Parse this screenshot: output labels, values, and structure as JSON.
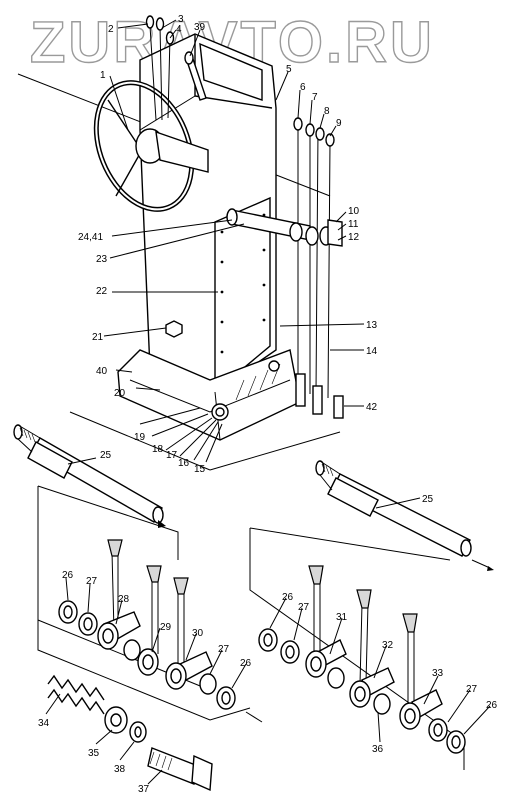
{
  "watermark": "ZURAVTO.RU",
  "callouts": {
    "c1": "1",
    "c2": "2",
    "c3": "3",
    "c4": "4",
    "c39": "39",
    "c5": "5",
    "c6": "6",
    "c7": "7",
    "c8": "8",
    "c9": "9",
    "c10": "10",
    "c11": "11",
    "c12": "12",
    "c13": "13",
    "c14": "14",
    "c42": "42",
    "c2441": "24,41",
    "c23": "23",
    "c22": "22",
    "c21": "21",
    "c40": "40",
    "c20": "20",
    "c19": "19",
    "c18": "18",
    "c17": "17",
    "c16": "16",
    "c15": "15",
    "c25a": "25",
    "c25b": "25",
    "c26a": "26",
    "c27a": "27",
    "c28": "28",
    "c29": "29",
    "c30": "30",
    "c27b": "27",
    "c26b": "26",
    "c26c": "26",
    "c27c": "27",
    "c31": "31",
    "c32": "32",
    "c33": "33",
    "c27d": "27",
    "c26d": "26",
    "c36": "36",
    "c34": "34",
    "c35": "35",
    "c38": "38",
    "c37": "37"
  }
}
